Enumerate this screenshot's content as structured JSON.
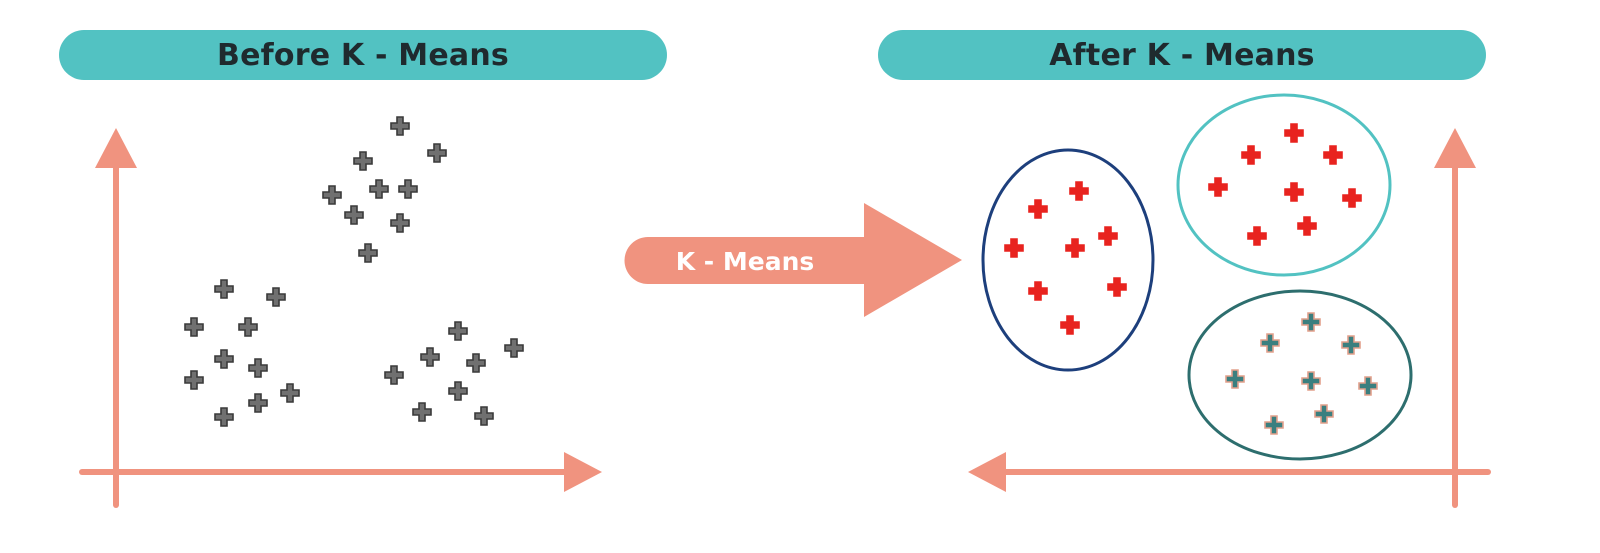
{
  "colors": {
    "pill": "#52c2c2",
    "axis": "#f0937f",
    "arrow": "#f0937f",
    "arrow_label": "#ffffff",
    "point_unclustered": "#707070",
    "point_outline": "#3a3a3a",
    "cluster_red": "#e8231f",
    "cluster_teal": "#3a7f7f",
    "ellipse_navy": "#1d3f7c",
    "ellipse_cyan": "#52c2c2",
    "ellipse_teal": "#2d6e6e",
    "pill_text": "#1f2a2e"
  },
  "before": {
    "title": "Before K - Means"
  },
  "after": {
    "title": "After K - Means"
  },
  "arrow": {
    "label": "K - Means"
  },
  "icons": {
    "axis_arrow": "arrow-icon",
    "point": "plus-icon",
    "process_arrow": "arrow-right-icon"
  }
}
